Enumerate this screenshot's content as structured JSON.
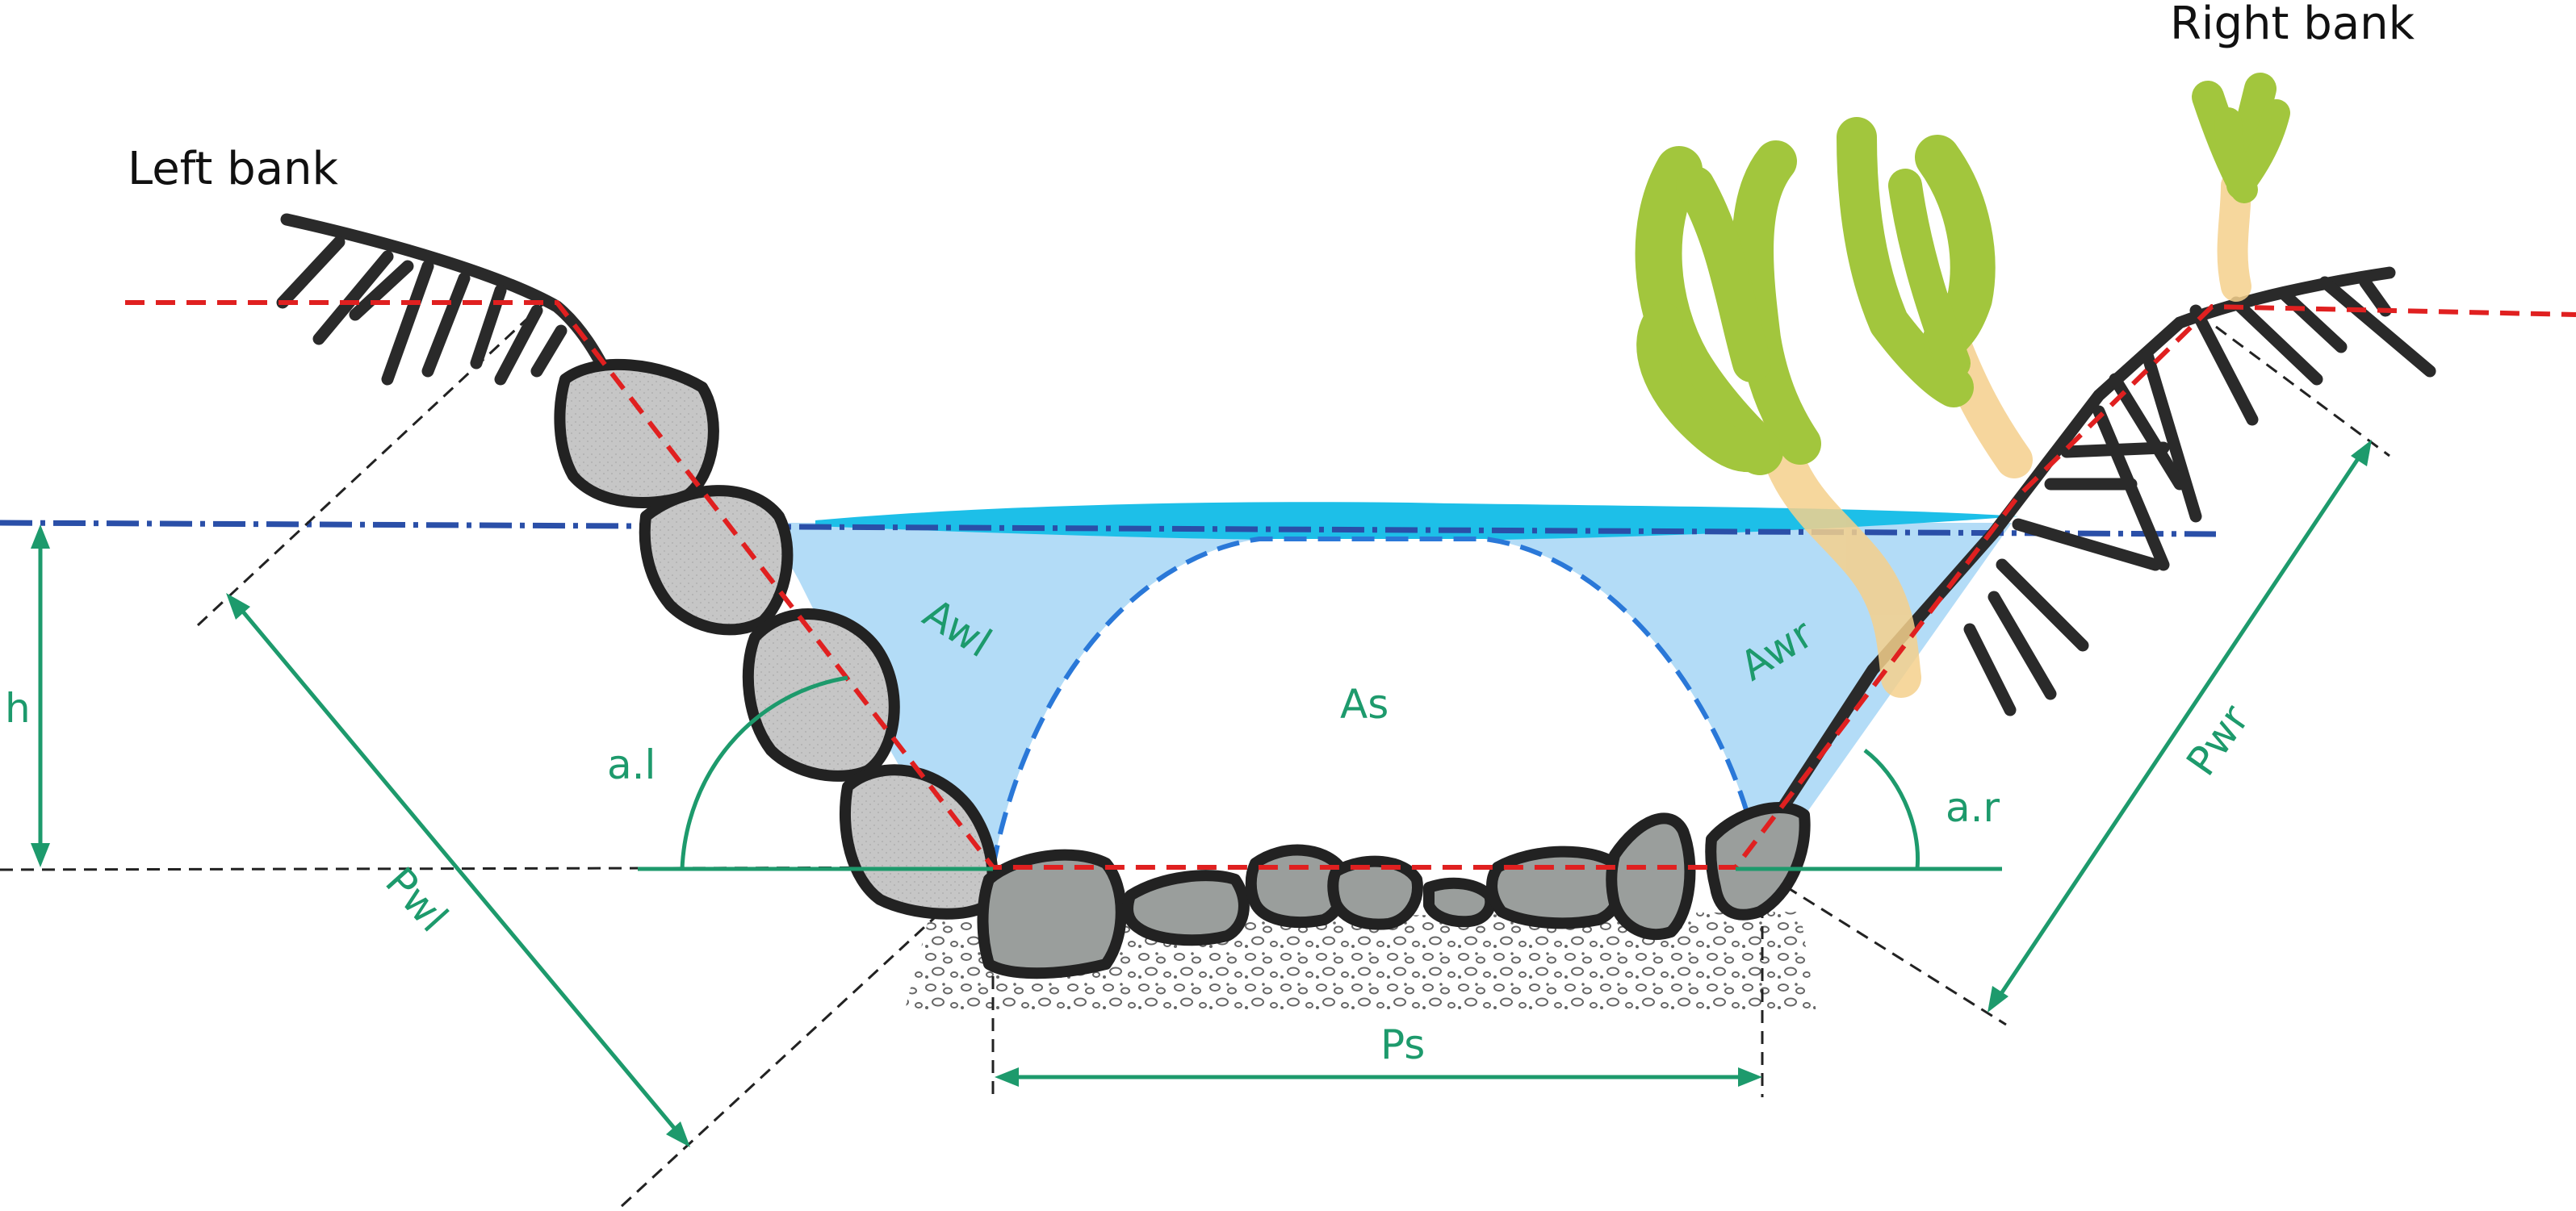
{
  "labels": {
    "left_bank": "Left bank",
    "right_bank": "Right bank",
    "h": "h",
    "a_l": "a.l",
    "a_r": "a.r",
    "awl": "Awl",
    "awr": "Awr",
    "as": "As",
    "pwl": "Pwl",
    "pwr": "Pwr",
    "ps": "Ps"
  },
  "colors": {
    "water_light": "#b3dcf7",
    "water_surface": "#1dbfe8",
    "water_line": "#2a4fa8",
    "annotation_green": "#1d9a6c",
    "profile_red": "#e02020",
    "rock_light": "#c6c6c6",
    "rock_dark": "#9a9e9c",
    "outline": "#222222",
    "vegetation": "#a2c63d",
    "stem": "#f5d08c"
  }
}
